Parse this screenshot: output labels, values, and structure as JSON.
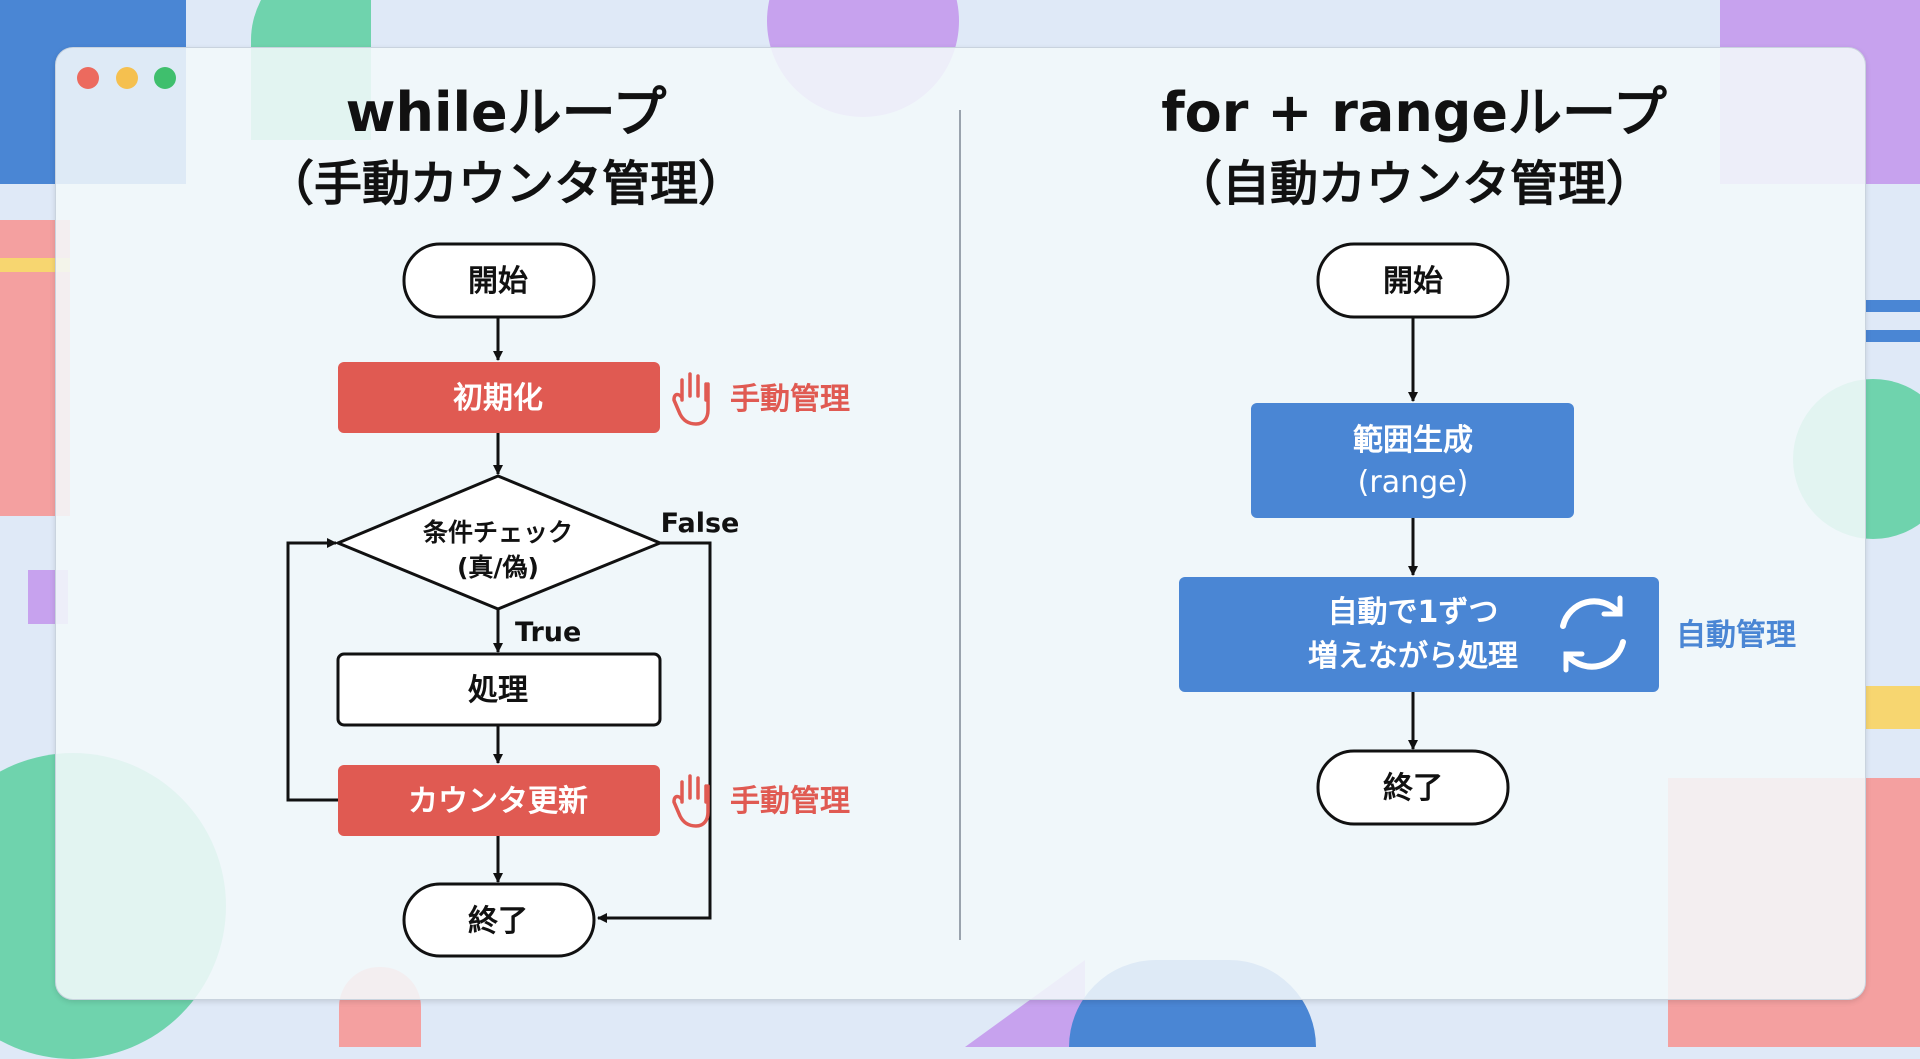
{
  "colors": {
    "manual": "#E05A52",
    "auto": "#4A86D4",
    "text": "#111111"
  },
  "window_controls": [
    "close",
    "minimize",
    "maximize"
  ],
  "left": {
    "title_line1": "whileループ",
    "title_line2": "（手動カウンタ管理）",
    "start": "開始",
    "init": "初期化",
    "condition_line1": "条件チェック",
    "condition_line2": "(真/偽)",
    "false_label": "False",
    "true_label": "True",
    "process": "処理",
    "update": "カウンタ更新",
    "end": "終了",
    "manual_note_1": "手動管理",
    "manual_note_2": "手動管理",
    "icon": "hand-icon"
  },
  "right": {
    "title_line1": "for + rangeループ",
    "title_line2": "（自動カウンタ管理）",
    "start": "開始",
    "range_line1": "範囲生成",
    "range_line2": "(range)",
    "auto_line1": "自動で1ずつ",
    "auto_line2": "増えながら処理",
    "auto_note": "自動管理",
    "end": "終了",
    "icon": "refresh-icon"
  }
}
